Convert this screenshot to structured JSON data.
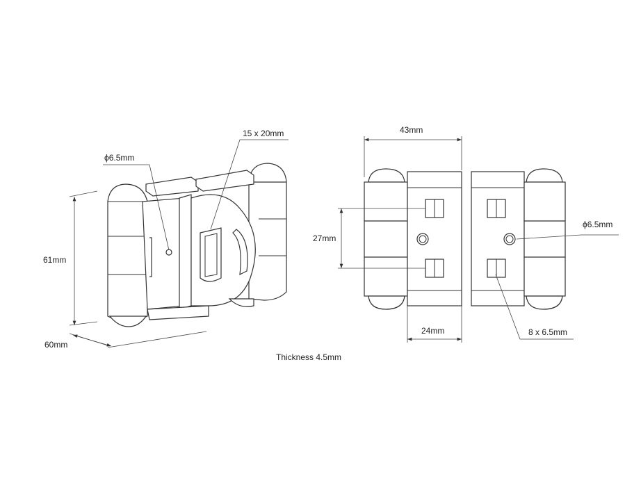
{
  "drawing": {
    "left_view": {
      "hole_diameter": "ϕ6.5mm",
      "slot_size": "15 x 20mm",
      "height": "61mm",
      "width": "60mm"
    },
    "right_view": {
      "width": "43mm",
      "spacing": "27mm",
      "hole_diameter": "ϕ6.5mm",
      "plate_width": "24mm",
      "slot_size": "8 x 6.5mm"
    },
    "note": "Thickness 4.5mm"
  }
}
